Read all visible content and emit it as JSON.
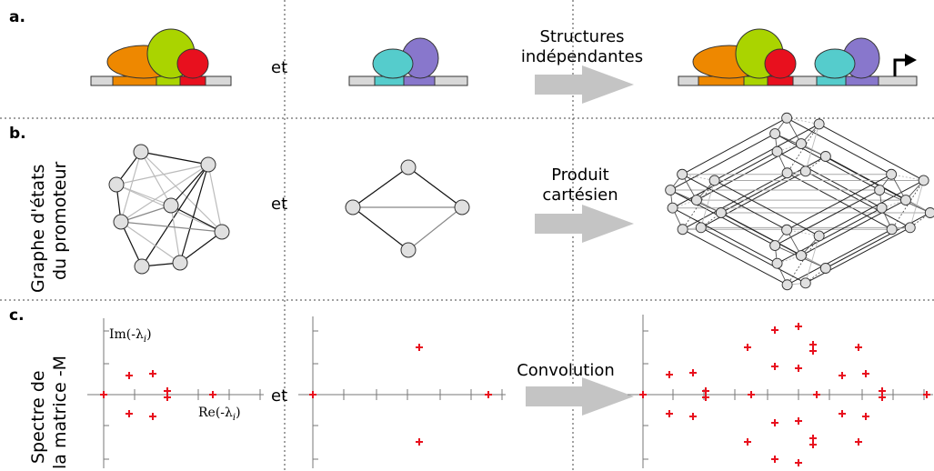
{
  "panels": {
    "a": {
      "letter": "a.",
      "connector": "et",
      "arrow_line1": "Structures",
      "arrow_line2": "indépendantes"
    },
    "b": {
      "letter": "b.",
      "side_line1": "Graphe d'états",
      "side_line2": "du promoteur",
      "connector": "et",
      "arrow_line1": "Produit",
      "arrow_line2": "cartésien"
    },
    "c": {
      "letter": "c.",
      "side_line1": "Spectre de",
      "side_line2": "la matrice -M",
      "connector": "et",
      "arrow_label": "Convolution",
      "im_label": "Im(-λ",
      "im_sub": "i",
      "re_label": "Re(-λ",
      "re_sub": "i",
      "close_paren": ")"
    }
  },
  "colors": {
    "orange": "#ee8800",
    "green": "#aad400",
    "red": "#e8101e",
    "cyan": "#55cccc",
    "purple": "#8877cc",
    "dna": "#d8d8d8",
    "arrow": "#c4c4c4",
    "node": "#e0e0e0",
    "marker": "#e8101e"
  }
}
